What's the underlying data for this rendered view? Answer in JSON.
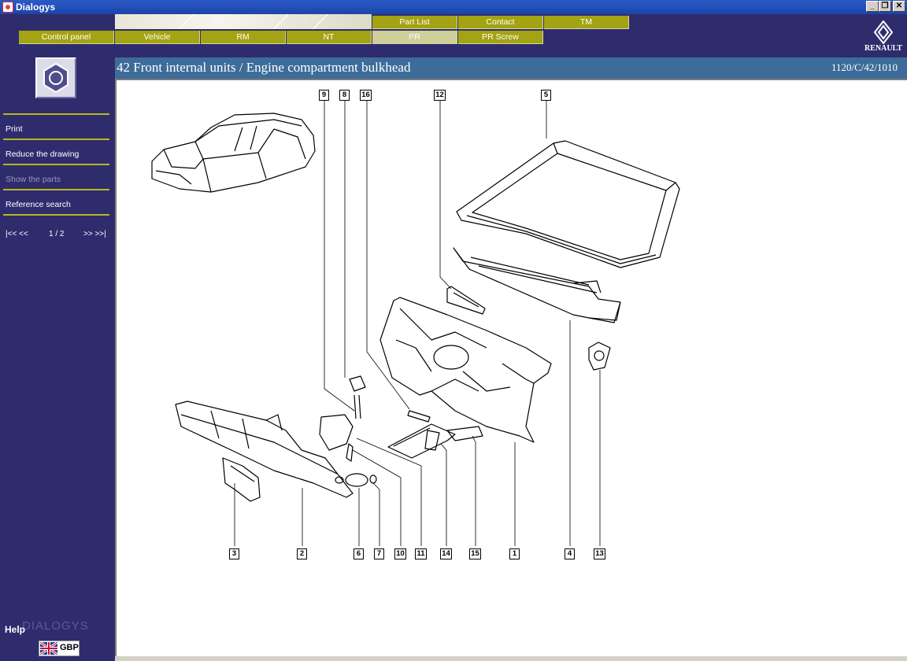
{
  "window": {
    "title": "Dialogys"
  },
  "tabs": {
    "top": [
      {
        "label": "Part List"
      },
      {
        "label": "Contact"
      },
      {
        "label": "TM"
      }
    ],
    "bottom": [
      {
        "label": "Control panel"
      },
      {
        "label": "Vehicle"
      },
      {
        "label": "RM"
      },
      {
        "label": "NT"
      },
      {
        "label": "PR",
        "active": true
      },
      {
        "label": "PR Screw"
      }
    ]
  },
  "brand": {
    "name": "RENAULT"
  },
  "sidebar": {
    "items": [
      {
        "label": "Print"
      },
      {
        "label": "Reduce the drawing"
      },
      {
        "label": "Show the parts"
      },
      {
        "label": "Reference search"
      }
    ],
    "pager": {
      "first_prev": "|<< <<",
      "page": "1 / 2",
      "next_last": ">> >>|"
    },
    "help": "Help",
    "logo_text": "DIALOGYS",
    "currency": "GBP"
  },
  "page": {
    "title": "42 Front internal units / Engine compartment bulkhead",
    "reference": "1120/C/42/1010"
  },
  "callouts": {
    "top": [
      "9",
      "8",
      "16",
      "12",
      "5"
    ],
    "bottom": [
      "3",
      "2",
      "6",
      "7",
      "10",
      "11",
      "14",
      "15",
      "1",
      "4",
      "13"
    ]
  },
  "colors": {
    "tab": "#a3a313",
    "tab_active": "#cfcf9a",
    "sidebar": "#2f2c6e",
    "header_bar": "#3d6c9a"
  }
}
